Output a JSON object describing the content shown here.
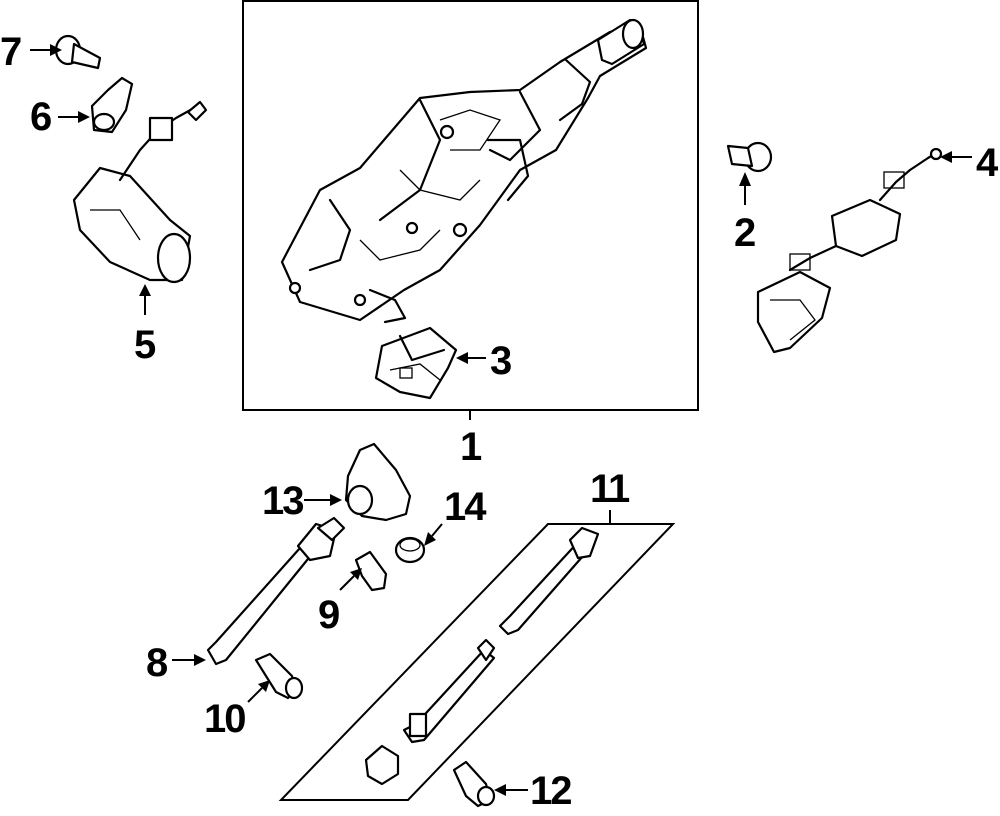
{
  "callouts": {
    "c1": "1",
    "c2": "2",
    "c3": "3",
    "c4": "4",
    "c5": "5",
    "c6": "6",
    "c7": "7",
    "c8": "8",
    "c9": "9",
    "c10": "10",
    "c11": "11",
    "c12": "12",
    "c13": "13",
    "c14": "14"
  },
  "colors": {
    "ink": "#000000",
    "background": "#ffffff"
  }
}
